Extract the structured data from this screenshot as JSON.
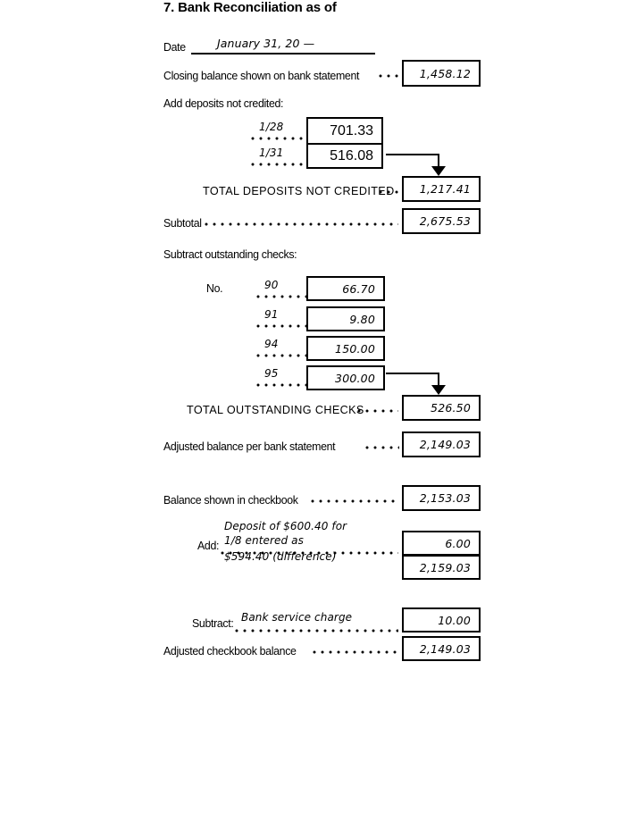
{
  "document": {
    "title": "7. Bank Reconciliation as of",
    "date_label": "Date",
    "date_value": "January 31, 20 —"
  },
  "bank_section": {
    "closing_balance_label": "Closing balance shown on bank statement",
    "closing_balance_value": "1,458.12",
    "deposits_header": "Add deposits not credited:",
    "deposits": [
      {
        "date": "1/28",
        "amount": "701.33"
      },
      {
        "date": "1/31",
        "amount": "516.08"
      }
    ],
    "total_deposits_label": "TOTAL DEPOSITS NOT CREDITED",
    "total_deposits_value": "1,217.41",
    "subtotal_label": "Subtotal",
    "subtotal_value": "2,675.53",
    "checks_header": "Subtract outstanding checks:",
    "checks_no_label": "No.",
    "checks": [
      {
        "number": "90",
        "amount": "66.70"
      },
      {
        "number": "91",
        "amount": "9.80"
      },
      {
        "number": "94",
        "amount": "150.00"
      },
      {
        "number": "95",
        "amount": "300.00"
      }
    ],
    "total_checks_label": "TOTAL OUTSTANDING CHECKS",
    "total_checks_value": "526.50",
    "adjusted_bank_label": "Adjusted balance per bank statement",
    "adjusted_bank_value": "2,149.03"
  },
  "checkbook_section": {
    "checkbook_balance_label": "Balance shown in checkbook",
    "checkbook_balance_value": "2,153.03",
    "add_label": "Add:",
    "add_note_line1": "Deposit of $600.40 for",
    "add_note_line2": "1/8 entered as",
    "add_note_line3": "$594.40 (difference)",
    "add_value": "6.00",
    "add_running_total": "2,159.03",
    "subtract_label": "Subtract:",
    "subtract_note": "Bank service charge",
    "subtract_value": "10.00",
    "adjusted_checkbook_label": "Adjusted checkbook balance",
    "adjusted_checkbook_value": "2,149.03"
  }
}
